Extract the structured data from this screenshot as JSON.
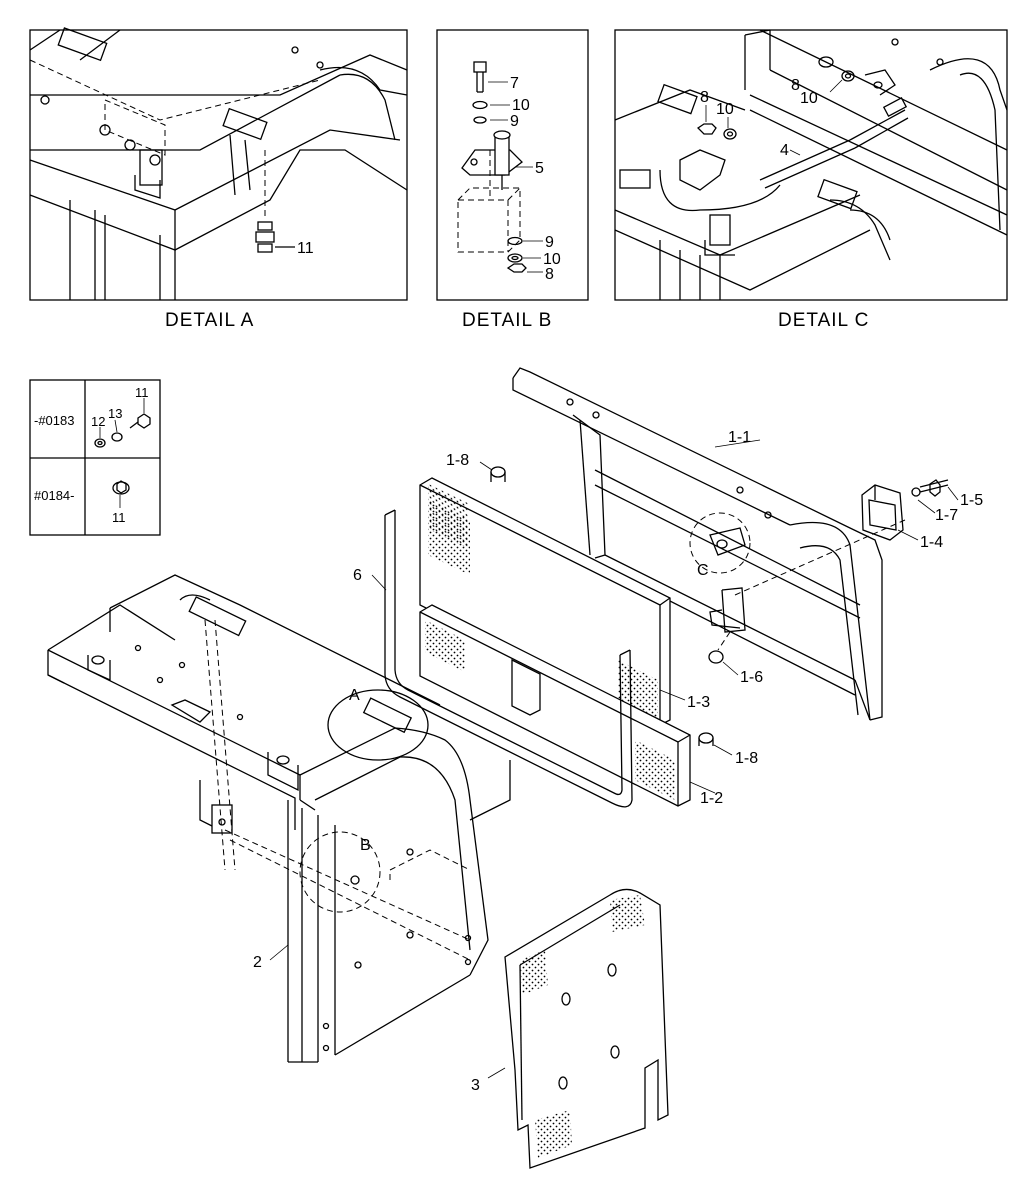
{
  "details": {
    "a": {
      "caption": "DETAIL  A",
      "labels": [
        "11"
      ]
    },
    "b": {
      "caption": "DETAIL  B",
      "labels": [
        "7",
        "10",
        "9",
        "5",
        "9",
        "10",
        "8"
      ]
    },
    "c": {
      "caption": "DETAIL C",
      "labels": [
        "8",
        "10",
        "8",
        "10",
        "4"
      ]
    }
  },
  "legend": {
    "rows": [
      {
        "serial": "-#0183",
        "parts": [
          "12",
          "13",
          "11"
        ]
      },
      {
        "serial": "#0184-",
        "parts": [
          "11"
        ]
      }
    ]
  },
  "main": {
    "callouts": {
      "c1_1": "1-1",
      "c1_8a": "1-8",
      "c1_5": "1-5",
      "c1_7": "1-7",
      "c1_4": "1-4",
      "c6": "6",
      "cC": "C",
      "c1_6": "1-6",
      "c1_3": "1-3",
      "cA": "A",
      "c1_8b": "1-8",
      "c1_2": "1-2",
      "cB": "B",
      "c2": "2",
      "c3": "3"
    }
  }
}
